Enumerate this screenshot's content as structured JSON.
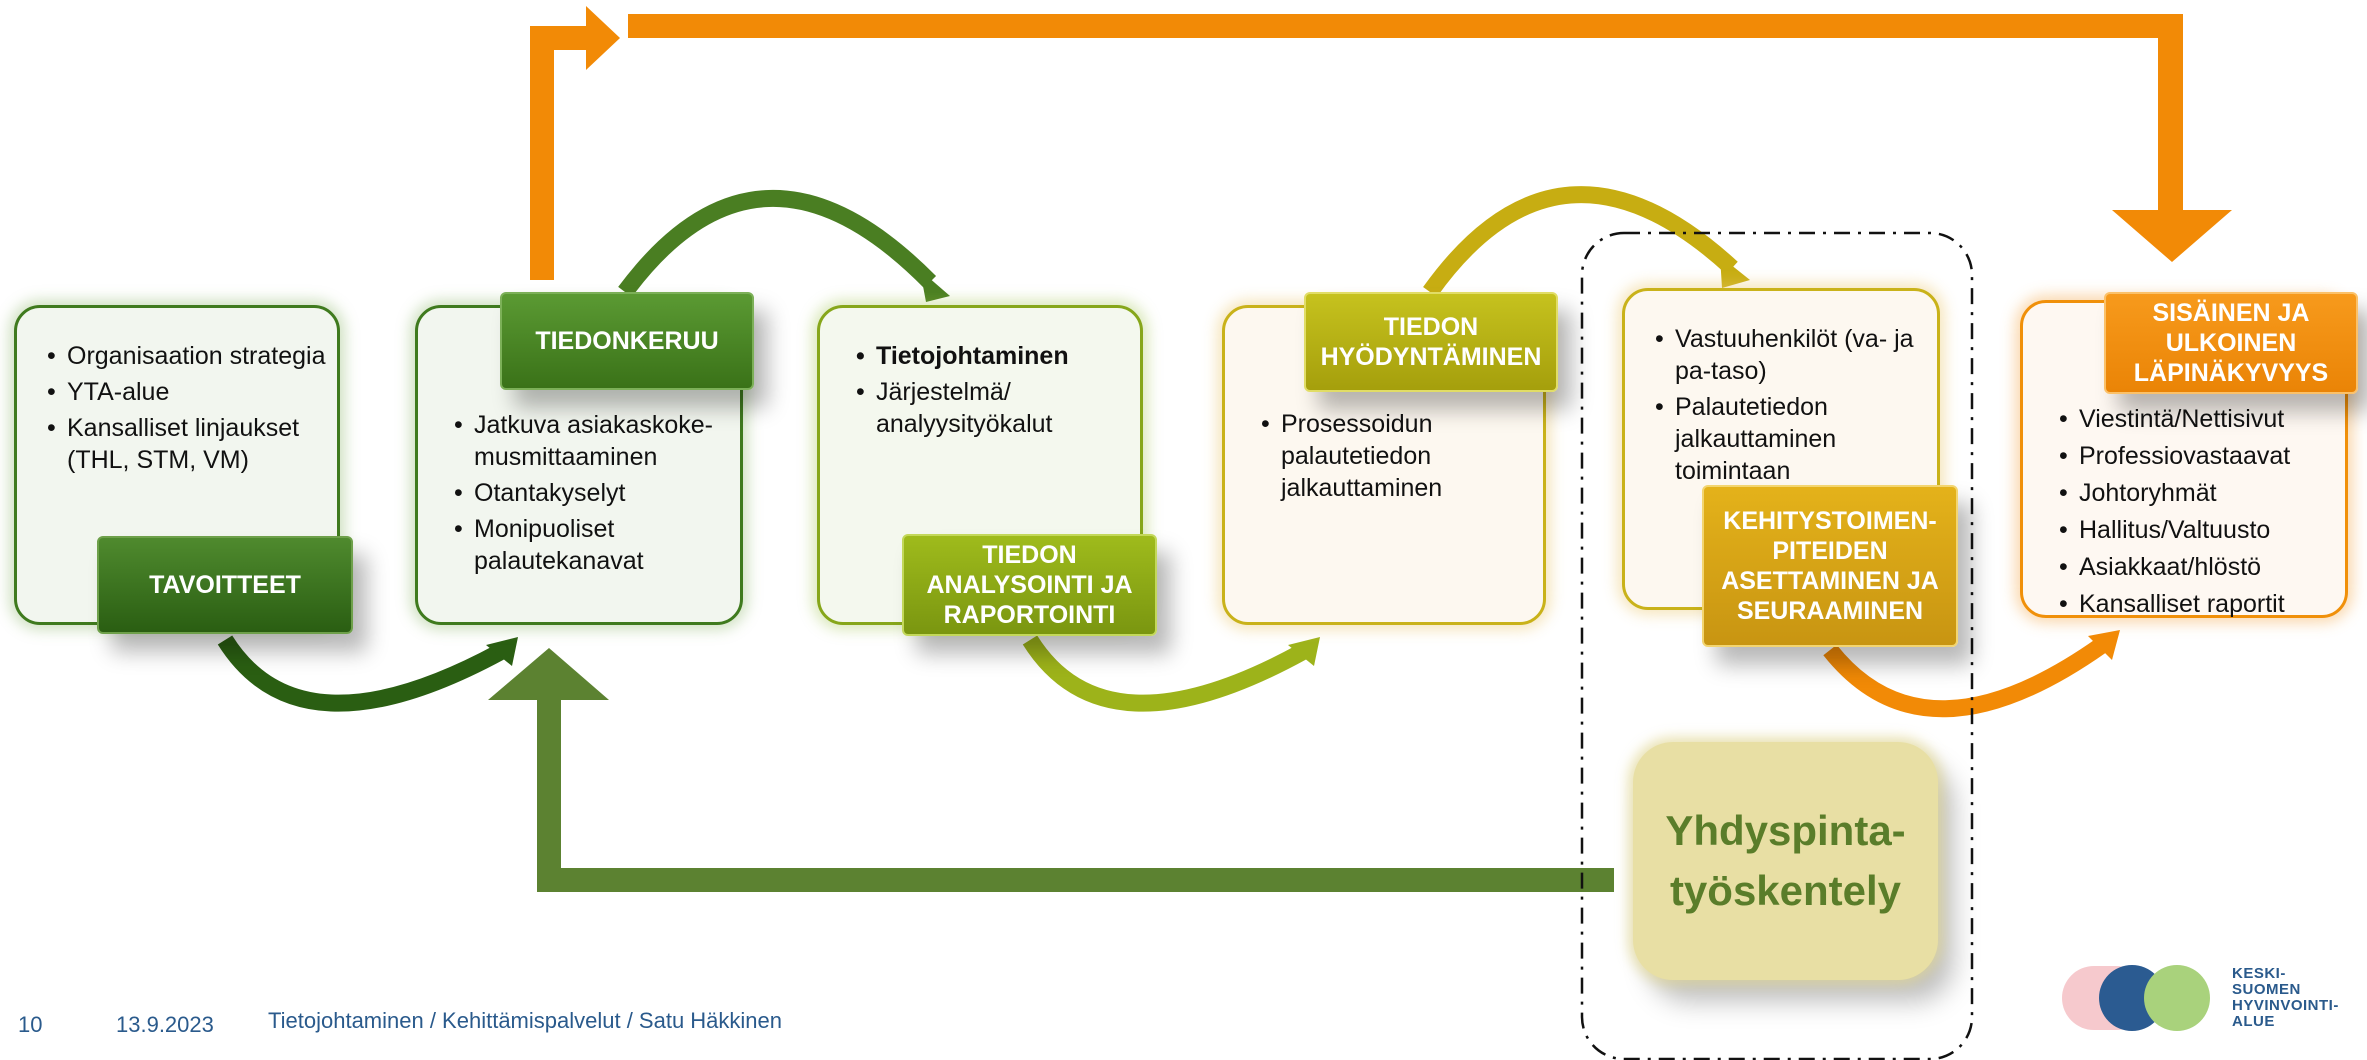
{
  "boxes": {
    "tavoitteet": {
      "items": [
        "Organisaation strategia",
        "YTA-alue",
        "Kansalliset linjaukset (THL, STM, VM)"
      ],
      "label": "TAVOITTEET"
    },
    "tiedonkeruu": {
      "label": "TIEDONKERUU",
      "items": [
        "Jatkuva asiakaskoke-musmittaaminen",
        "Otantakyselyt",
        "Monipuoliset palautekanavat"
      ]
    },
    "analysointi": {
      "items": [
        "Tietojohtaminen",
        "Järjestelmä/ analyysityökalut"
      ],
      "label": "TIEDON ANALYSOINTI JA RAPORTOINTI"
    },
    "hyodyntaminen": {
      "label": "TIEDON HYÖDYNTÄMINEN",
      "items": [
        "Prosessoidun palautetiedon jalkauttaminen"
      ]
    },
    "kehitys": {
      "items": [
        "Vastuuhenkilöt (va- ja pa-taso)",
        "Palautetiedon jalkauttaminen toimintaan"
      ],
      "label": "KEHITYSTOIMEN-PITEIDEN ASETTAMINEN JA SEURAAMINEN"
    },
    "lapinakyvyys": {
      "label": "SISÄINEN JA ULKOINEN LÄPINÄKYVYYS",
      "items": [
        "Viestintä/Nettisivut",
        "Professiovastaavat",
        "Johtoryhmät",
        "Hallitus/Valtuusto",
        "Asiakkaat/hlöstö",
        "Kansalliset raportit"
      ]
    }
  },
  "yhdyspinta": "Yhdyspinta-\ntyöskentely",
  "footer": {
    "page_number": "10",
    "date": "13.9.2023",
    "text": "Tietojohtaminen / Kehittämispalvelut / Satu Häkkinen"
  },
  "logo": {
    "line1": "KESKI-",
    "line2": "SUOMEN",
    "line3": "HYVINVOINTI-",
    "line4": "ALUE"
  },
  "colors": {
    "dark_green": "#2a5e12",
    "green": "#3a7218",
    "olive": "#86a61a",
    "yellow_olive": "#b5b012",
    "gold": "#d9a514",
    "orange": "#f28a06",
    "feedback_green": "#5c8231",
    "footer_blue": "#2a5a8c"
  }
}
